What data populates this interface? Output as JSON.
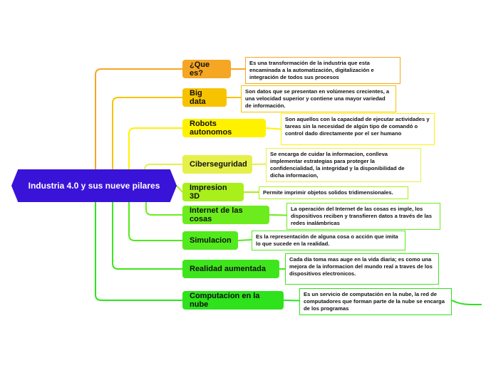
{
  "central": {
    "title": "Industria 4.0 y sus nueve pilares",
    "color": "#3a13d8"
  },
  "topics": [
    {
      "label": "¿Que es?",
      "color": "#f5a623",
      "desc": "Es una transformación de la industria que esta encaminada a la automatización, digitalización e integración de todos sus procesos"
    },
    {
      "label": "Big data",
      "color": "#f7c300",
      "desc": "Son datos que se presentan en volúmenes crecientes, a una velocidad superior y contiene una mayor variedad de información."
    },
    {
      "label": "Robots autonomos",
      "color": "#fff200",
      "desc": "Son aquellos con la capacidad de ejecutar actividades y tareas sin la necesidad de algún tipo de comandó o control dado directamente por el ser humano"
    },
    {
      "label": "Ciberseguridad",
      "color": "#e6f04a",
      "desc": "Se encarga de cuidar la informacion, conlleva implementar estrategias para proteger la confidencialidad, la integridad y la disponibilidad de dicha informacion,"
    },
    {
      "label": "Impresion 3D",
      "color": "#a8ef1c",
      "desc": "Permite imprimir objetos solidos tridimensionales."
    },
    {
      "label": "Internet de las cosas",
      "color": "#6cec1c",
      "desc": "La operación del Internet de las cosas es imple, los dispositivos reciben y transfieren datos a través de las redes inalámbricas"
    },
    {
      "label": "Simulacion",
      "color": "#52ea1c",
      "desc": "Es la representación de alguna cosa o acción que imita lo que sucede en la realidad."
    },
    {
      "label": "Realidad aumentada",
      "color": "#3fe51c",
      "desc": "Cada día toma mas auge en la vida diaria; es como una mejora de la informacion del mundo real a traves de los dispositivos electronicos."
    },
    {
      "label": "Computacion en la nube",
      "color": "#2ee21c",
      "desc": "Es un servicio de computación en la nube, la red de computadores que forman parte de la nube se encarga de los programas"
    }
  ]
}
